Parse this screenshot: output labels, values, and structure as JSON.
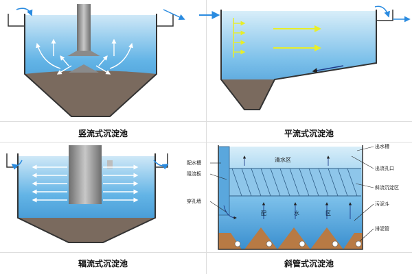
{
  "colors": {
    "water_light": "#cfe8f7",
    "water_mid": "#63b4e6",
    "water_dark": "#2f86c8",
    "sludge": "#7a6a5e",
    "wall": "#333333",
    "arrow_yellow": "#e8ee2a",
    "arrow_white": "#ffffff",
    "arrow_blue": "#2a8be0",
    "baffle_gray": "#8a8a8a",
    "gravel": "#b87a44"
  },
  "panels": {
    "vertical": {
      "caption": "竖流式沉淀池"
    },
    "horizontal": {
      "caption": "平流式沉淀池"
    },
    "radial": {
      "caption": "辐流式沉淀池"
    },
    "inclined": {
      "caption": "斜管式沉淀池",
      "labels": {
        "outlet_trough": "出水槽",
        "outlet_hole": "出流孔口",
        "distribution_trough": "配水槽",
        "baffle_plate": "阻流板",
        "perforated_wall": "穿孔墙",
        "clear_water_zone": "清水区",
        "inclined_zone": "斜流沉淀区",
        "sludge_hopper": "污泥斗",
        "sludge_pipe": "排泥管",
        "zone_chars": [
          "配",
          "水",
          "区"
        ]
      }
    }
  }
}
